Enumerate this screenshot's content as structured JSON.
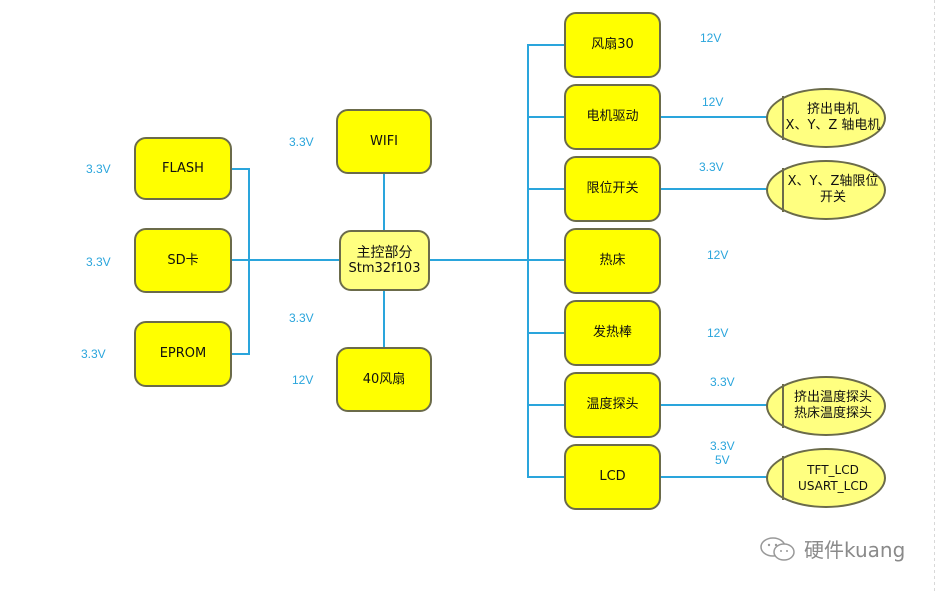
{
  "diagram": {
    "colors": {
      "block_fill": "#ffff00",
      "main_fill": "#ffff80",
      "wire": "#2aa5dc",
      "voltage_text": "#2aa5dc"
    },
    "main": {
      "line1": "主控部分",
      "line2": "Stm32f103"
    },
    "left_blocks": [
      {
        "label": "FLASH",
        "voltage": "3.3V"
      },
      {
        "label": "SD卡",
        "voltage": "3.3V"
      },
      {
        "label": "EPROM",
        "voltage": "3.3V"
      }
    ],
    "center_blocks": [
      {
        "label": "WIFI",
        "voltage": "3.3V"
      },
      {
        "label": "40风扇",
        "voltage_top": "3.3V",
        "voltage": "12V"
      }
    ],
    "right_blocks": [
      {
        "label": "风扇30",
        "voltage": "12V"
      },
      {
        "label": "电机驱动",
        "voltage": "12V",
        "target": "挤出电机\nX、Y、Z 轴电机"
      },
      {
        "label": "限位开关",
        "voltage": "3.3V",
        "target": "X、Y、Z轴限位\n开关"
      },
      {
        "label": "热床",
        "voltage": "12V"
      },
      {
        "label": "发热棒",
        "voltage": "12V"
      },
      {
        "label": "温度探头",
        "voltage": "3.3V",
        "target": "挤出温度探头\n热床温度探头"
      },
      {
        "label": "LCD",
        "voltage": "3.3V\n5V",
        "target": "TFT_LCD\nUSART_LCD"
      }
    ]
  },
  "watermark": {
    "icon": "wechat-icon",
    "text": "硬件kuang"
  }
}
